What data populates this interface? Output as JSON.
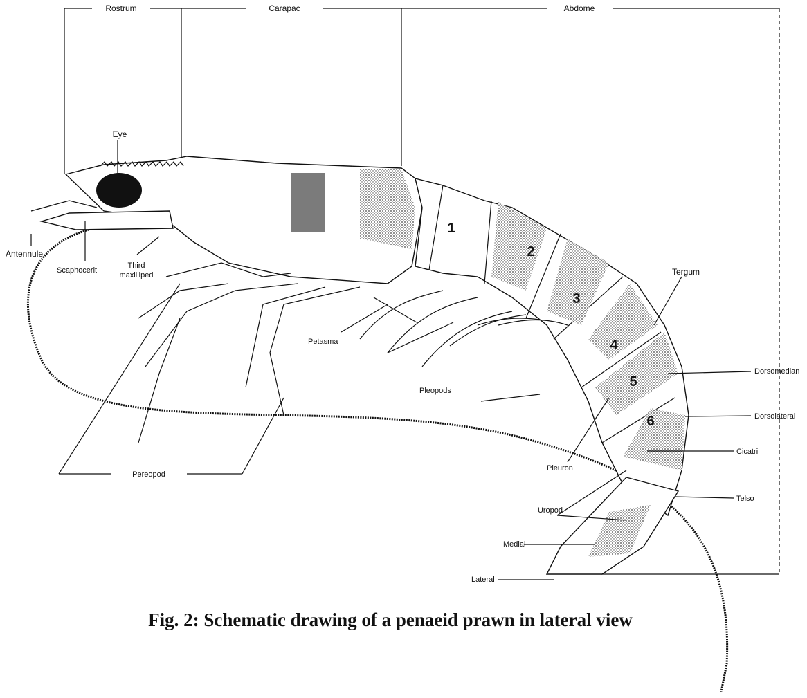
{
  "caption": "Fig. 2: Schematic drawing of a penaeid prawn in lateral view",
  "regions": {
    "rostrum": "Rostrum",
    "carapace": "Carapac",
    "abdomen": "Abdome"
  },
  "labels": {
    "eye": "Eye",
    "antennule": "Antennule",
    "scaphocerite": "Scaphocerit",
    "third_maxilliped": [
      "Third",
      "maxilliped"
    ],
    "petasma": "Petasma",
    "pleopods": "Pleopods",
    "pereopod": "Pereopod",
    "tergum": "Tergum",
    "dorsomedian": "Dorsomedian",
    "dorsolateral": "Dorsolateral",
    "cicatrix": "Cicatri",
    "telson": "Telso",
    "pleuron": "Pleuron",
    "uropod": "Uropod",
    "medial": "Medial",
    "lateral": "Lateral"
  },
  "segments": [
    "1",
    "2",
    "3",
    "4",
    "5",
    "6"
  ]
}
